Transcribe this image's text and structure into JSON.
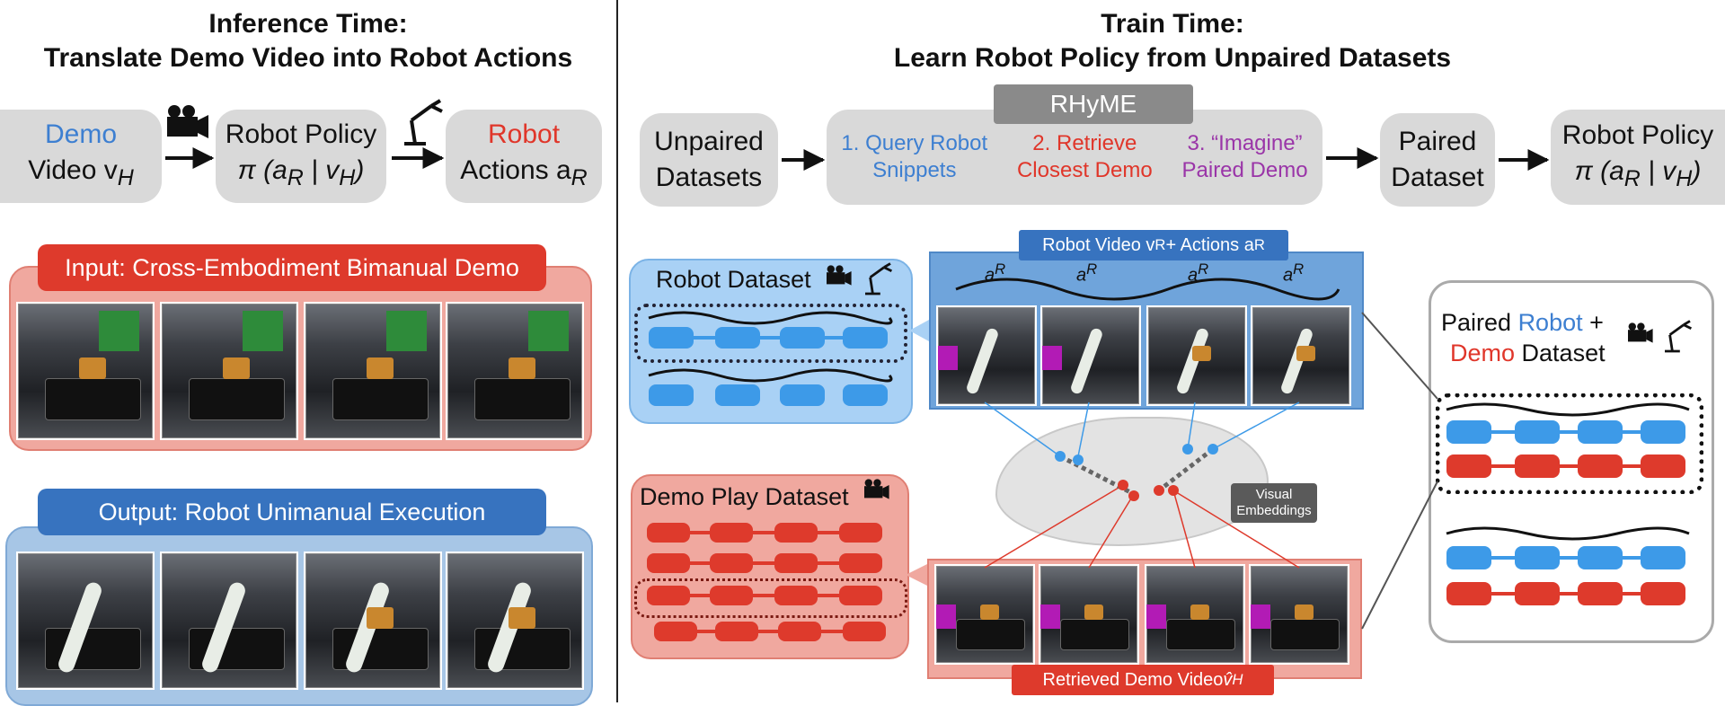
{
  "left": {
    "title_line1": "Inference Time:",
    "title_line2": "Translate Demo Video into Robot Actions",
    "demo_box": {
      "line1": "Demo",
      "line2": "Video v",
      "sub": "H"
    },
    "policy_box": {
      "line1": "Robot Policy",
      "line2": "π (a",
      "sub1": "R",
      "mid": " | v",
      "sub2": "H",
      "end": ")"
    },
    "actions_box": {
      "line1": "Robot",
      "line2": "Actions a",
      "sub": "R"
    },
    "input_banner": "Input: Cross-Embodiment Bimanual Demo",
    "output_banner": "Output: Robot Unimanual Execution"
  },
  "right": {
    "title_line1": "Train Time:",
    "title_line2": "Learn Robot Policy from Unpaired Datasets",
    "unpaired": {
      "line1": "Unpaired",
      "line2": "Datasets"
    },
    "rhyme_label": "RHyME",
    "steps": [
      {
        "line1": "1. Query Robot",
        "line2": "Snippets"
      },
      {
        "line1": "2. Retrieve",
        "line2": "Closest Demo"
      },
      {
        "line1": "3. “Imagine”",
        "line2": "Paired Demo"
      }
    ],
    "paired": {
      "line1": "Paired",
      "line2": "Dataset"
    },
    "policy": {
      "line1": "Robot Policy",
      "line2": "π (a",
      "sub1": "R",
      "mid": " | v",
      "sub2": "H",
      "end": ")"
    },
    "robot_dataset": "Robot Dataset",
    "robot_video_banner": {
      "text": "Robot Video v",
      "sub": "R",
      "mid": " + Actions a",
      "sub2": "R"
    },
    "aR_label": "a",
    "aR_sup": "R",
    "demo_play_dataset": "Demo Play Dataset",
    "visual_embeddings": {
      "line1": "Visual",
      "line2": "Embeddings"
    },
    "retrieved_banner": {
      "text": "Retrieved Demo Video ",
      "hat": "v̂",
      "sub": "H"
    },
    "paired_robot_demo": {
      "w1": "Paired ",
      "w2": "Robot",
      "w3": " +",
      "w4": "Demo",
      "w5": " Dataset"
    }
  },
  "colors": {
    "red": "#e0362a",
    "blue": "#3d7fd1",
    "purple": "#9a35a8",
    "gray_box": "#d9d9d9",
    "rhyme_gray": "#888888"
  },
  "icons": [
    "camera-icon",
    "robot-arm-icon"
  ]
}
